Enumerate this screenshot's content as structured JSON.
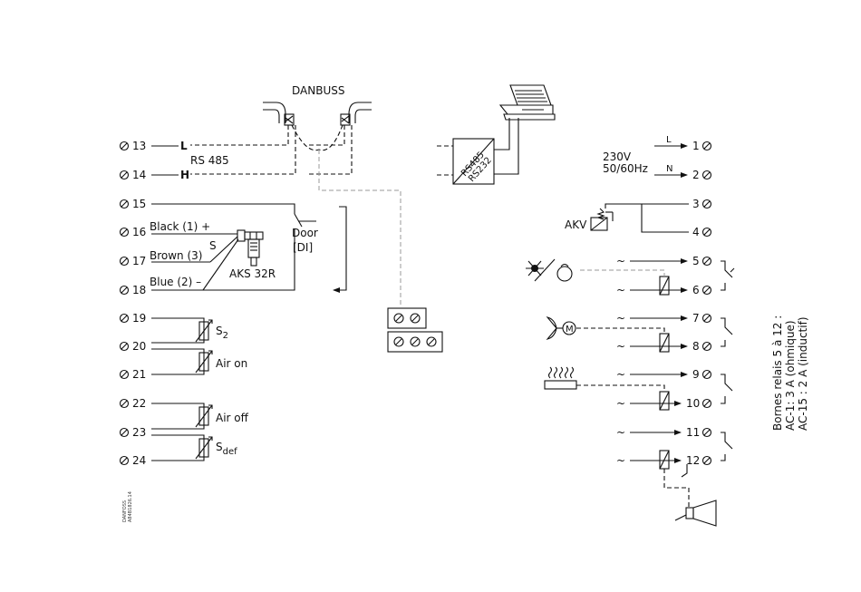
{
  "bus": {
    "title": "DANBUSS",
    "protocol": "RS 485",
    "line_l": "L",
    "line_h": "H"
  },
  "terminals_left": [
    "13",
    "14",
    "15",
    "16",
    "17",
    "18",
    "19",
    "20",
    "21",
    "22",
    "23",
    "24"
  ],
  "sensor": {
    "black": "Black (1) +",
    "brown": "Brown (3)",
    "blue": "Blue (2) –",
    "signal": "S",
    "model": "AKS 32R"
  },
  "door": {
    "label": "Door",
    "input": "[DI]"
  },
  "probes": {
    "s2": "S",
    "s2_sub": "2",
    "air_on": "Air on",
    "air_off": "Air off",
    "sdef": "S",
    "sdef_sub": "def"
  },
  "converter": {
    "line1": "RS485",
    "line2": "RS232"
  },
  "terminals_right": [
    "1",
    "2",
    "3",
    "4",
    "5",
    "6",
    "7",
    "8",
    "9",
    "10",
    "11",
    "12"
  ],
  "supply": {
    "voltage": "230V",
    "frequency": "50/60Hz",
    "l": "L",
    "n": "N"
  },
  "valve": "AKV",
  "motor": "M",
  "note": {
    "line1": "Bornes relais 5 à 12 :",
    "line2": "AC-1:    3 A (ohmique)",
    "line3": "AC-15 :  2 A (inductif)"
  },
  "code": {
    "line1": "DANFOSS",
    "line2": "A84B1826.14"
  },
  "ac": "~"
}
